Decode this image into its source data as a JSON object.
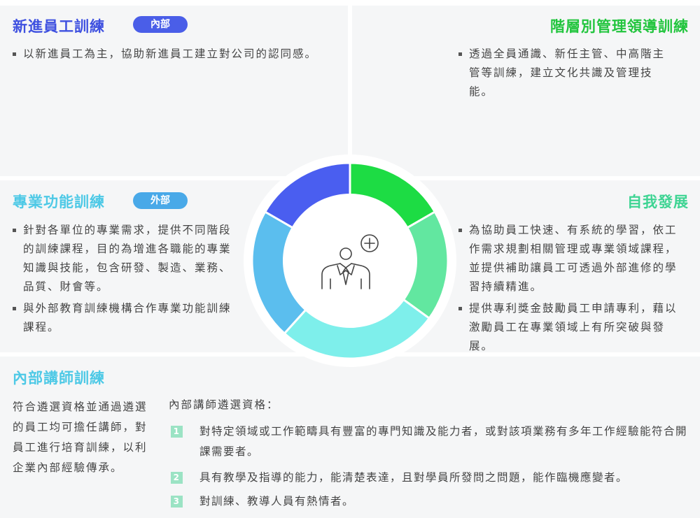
{
  "new_employee": {
    "title": "新進員工訓練",
    "badge": "內部",
    "bullets": [
      "以新進員工為主，協助新進員工建立對公司的認同感。"
    ]
  },
  "leadership": {
    "title": "階層別管理領導訓練",
    "bullets": [
      "透過全員通識、新任主管、中高階主管等訓練，建立文化共識及管理技能。"
    ]
  },
  "professional": {
    "title": "專業功能訓練",
    "badge": "外部",
    "bullets": [
      "針對各單位的專業需求，提供不同階段的訓練課程，目的為增進各職能的專業知識與技能，包含研發、製造、業務、品質、財會等。",
      "與外部教育訓練機構合作專業功能訓練課程。"
    ]
  },
  "self_development": {
    "title": "自我發展",
    "bullets": [
      "為協助員工快速、有系統的學習，依工作需求規劃相關管理或專業領域課程，並提供補助讓員工可透過外部進修的學習持續精進。",
      "提供專利獎金鼓勵員工申請專利，藉以激勵員工在專業領域上有所突破與發展。"
    ]
  },
  "internal_instructor": {
    "title": "內部講師訓練",
    "description": "符合遴選資格並通過遴選的員工均可擔任講師，對員工進行培育訓練，以利企業內部經驗傳承。",
    "qualifications_title": "內部講師遴選資格：",
    "qualifications": [
      {
        "num": "1",
        "text": "對特定領域或工作範疇具有豐富的專門知識及能力者，或對該項業務有多年工作經驗能符合開課需要者。"
      },
      {
        "num": "2",
        "text": "具有教學及指導的能力，能清楚表達，且對學員所發問之問題，能作臨機應變者。"
      },
      {
        "num": "3",
        "text": "對訓練、教導人員有熱情者。"
      }
    ]
  },
  "center": {
    "icon": "employee-add-icon"
  },
  "colors": {
    "blue_title": "#3f51e0",
    "green_title": "#22c53e",
    "lightgreen_title": "#3ed493",
    "cyan_title": "#4ec9e6",
    "badge": "#4a5ee8",
    "badge_light": "#49a9e8",
    "seg_blue": "#4a5ef0",
    "seg_green": "#1ddc44",
    "seg_lightgreen": "#62e7a0",
    "seg_cyan": "#7eefeb",
    "seg_sky": "#5bbeee"
  }
}
